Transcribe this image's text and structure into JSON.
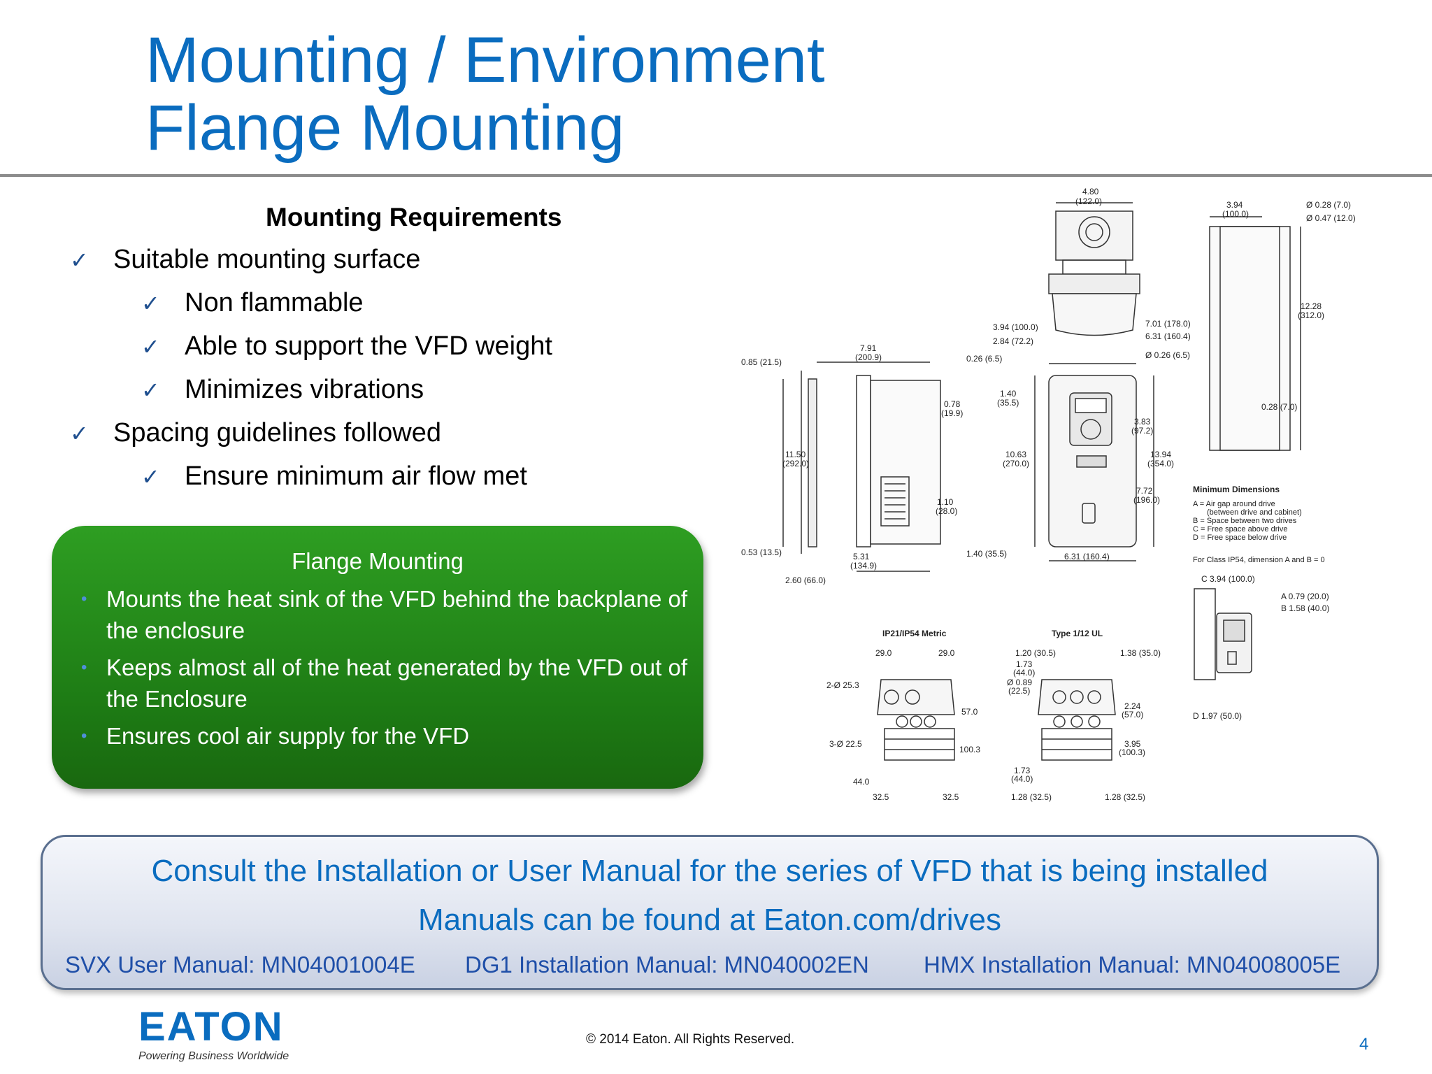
{
  "title": {
    "line1": "Mounting / Environment",
    "line2": "Flange Mounting"
  },
  "requirements": {
    "heading": "Mounting Requirements",
    "items": [
      {
        "level": 1,
        "text": "Suitable mounting surface"
      },
      {
        "level": 2,
        "text": "Non flammable"
      },
      {
        "level": 2,
        "text": "Able to support the VFD weight"
      },
      {
        "level": 2,
        "text": "Minimizes vibrations"
      },
      {
        "level": 1,
        "text": "Spacing guidelines followed"
      },
      {
        "level": 2,
        "text": "Ensure minimum air flow met"
      }
    ]
  },
  "flange_box": {
    "title": "Flange Mounting",
    "bullets": [
      "Mounts the heat sink of the VFD behind the backplane of the enclosure",
      "Keeps almost all of the heat generated by the VFD out of the Enclosure",
      "Ensures cool air supply for the VFD"
    ]
  },
  "diagram": {
    "top": {
      "w1": "4.80",
      "w2": "(122.0)"
    },
    "side": {
      "w1": "7.91",
      "w2": "(200.9)",
      "a1": "0.85 (21.5)",
      "h1": "11.50",
      "h2": "(292.0)",
      "b1": "0.53 (13.5)",
      "b2": "2.60 (66.0)",
      "c1": "0.78",
      "c2": "(19.9)",
      "d1": "1.10",
      "d2": "(28.0)",
      "e1": "5.31",
      "e2": "(134.9)"
    },
    "front": {
      "a": "3.94 (100.0)",
      "b": "2.84 (72.2)",
      "c": "0.26 (6.5)",
      "d": "7.01 (178.0)",
      "e": "6.31 (160.4)",
      "f": "Ø 0.26 (6.5)",
      "g1": "1.40",
      "g2": "(35.5)",
      "h1": "10.63",
      "h2": "(270.0)",
      "i1": "3.83",
      "i2": "(97.2)",
      "j1": "13.94",
      "j2": "(354.0)",
      "k1": "7.72",
      "k2": "(196.0)",
      "l": "1.40 (35.5)",
      "m": "6.31 (160.4)"
    },
    "right": {
      "a1": "3.94",
      "a2": "(100.0)",
      "b": "Ø 0.28 (7.0)",
      "c": "Ø 0.47 (12.0)",
      "d1": "12.28",
      "d2": "(312.0)",
      "e": "0.28 (7.0)"
    },
    "min_dims": {
      "title": "Minimum Dimensions",
      "lines": [
        "A = Air gap around drive",
        "(between drive and cabinet)",
        "B = Space between two drives",
        "C = Free space above drive",
        "D = Free space below drive",
        "For Class IP54, dimension A and B = 0"
      ],
      "c": "C 3.94 (100.0)",
      "a": "A 0.79 (20.0)",
      "b": "B 1.58 (40.0)",
      "d": "D 1.97 (50.0)"
    },
    "ip": {
      "title": "IP21/IP54 Metric",
      "a": "29.0",
      "b": "29.0",
      "c": "2-Ø 25.3",
      "d": "3-Ø 22.5",
      "e": "57.0",
      "f": "100.3",
      "g": "44.0",
      "h": "32.5",
      "i": "32.5"
    },
    "ul": {
      "title": "Type 1/12 UL",
      "a": "1.20 (30.5)",
      "b": "1.38 (35.0)",
      "c1": "1.73",
      "c2": "(44.0)",
      "d1": "Ø 0.89",
      "d2": "(22.5)",
      "e1": "2.24",
      "e2": "(57.0)",
      "f1": "3.95",
      "f2": "(100.3)",
      "g1": "1.73",
      "g2": "(44.0)",
      "h": "1.28 (32.5)",
      "i": "1.28 (32.5)"
    }
  },
  "note": {
    "line1": "Consult the Installation or User Manual for the series of VFD that is being installed",
    "line2": "Manuals can be found at Eaton.com/drives",
    "manuals": [
      "SVX User Manual: MN04001004E",
      "DG1 Installation Manual: MN040002EN",
      "HMX Installation Manual: MN04008005E"
    ]
  },
  "footer": {
    "logo": "EATON",
    "tagline": "Powering Business Worldwide",
    "copyright": "© 2014 Eaton. All Rights Reserved.",
    "page_number": "4"
  },
  "colors": {
    "title_blue": "#0a6cbf",
    "green_box": "#2e9e22",
    "note_text": "#0a6cbf"
  }
}
